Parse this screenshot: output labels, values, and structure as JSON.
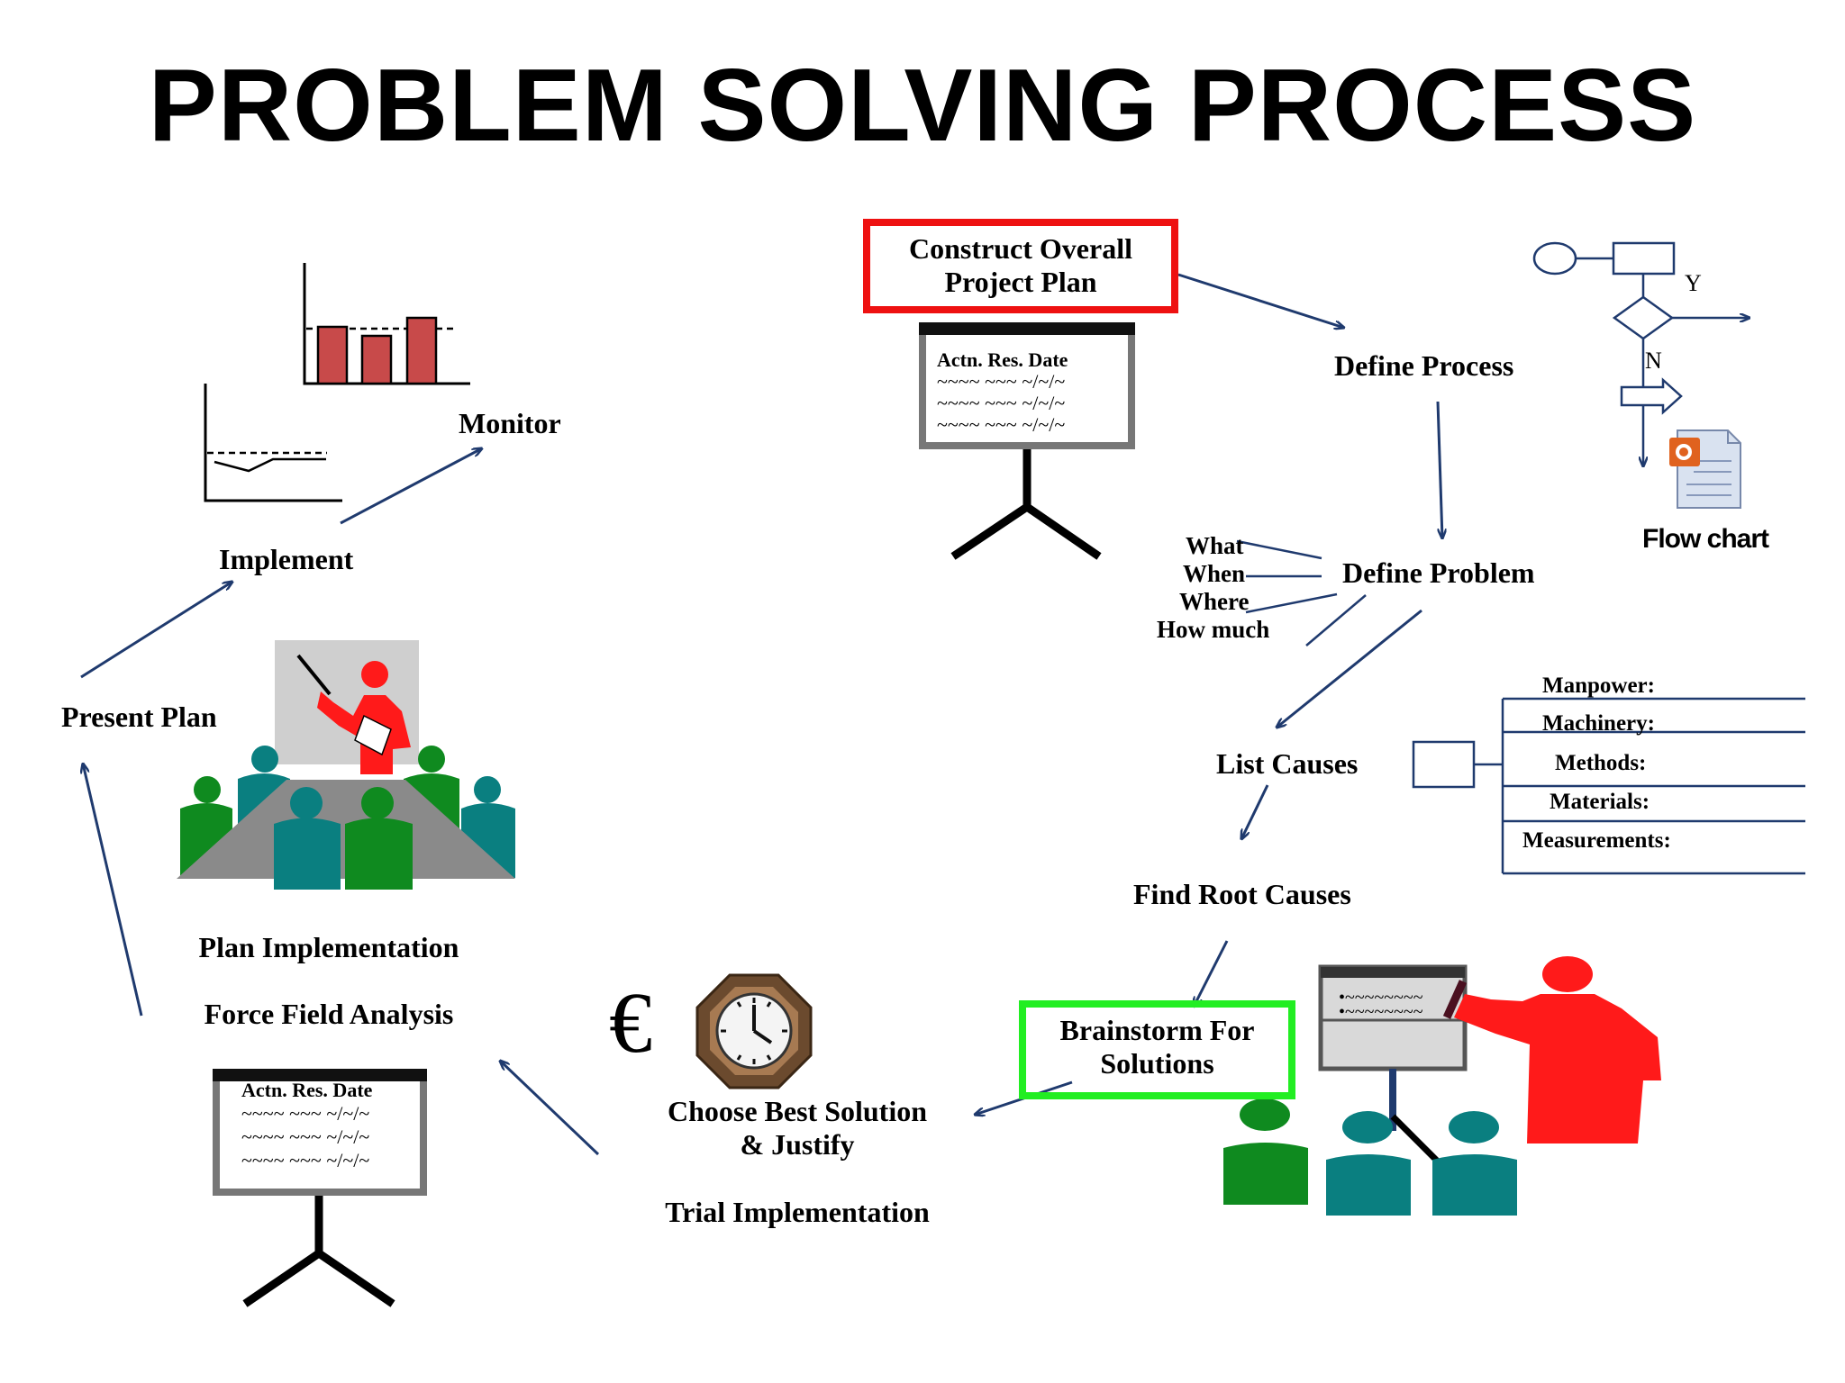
{
  "title": "PROBLEM SOLVING PROCESS",
  "steps": {
    "construct_plan": [
      "Construct Overall",
      "Project Plan"
    ],
    "define_process": "Define Process",
    "define_problem": "Define Problem",
    "list_causes": "List Causes",
    "find_root_causes": "Find Root Causes",
    "brainstorm": [
      "Brainstorm For",
      "Solutions"
    ],
    "choose_best": [
      "Choose Best Solution",
      "& Justify"
    ],
    "trial_implementation": "Trial Implementation",
    "plan_implementation": "Plan Implementation",
    "force_field": "Force Field Analysis",
    "present_plan": "Present Plan",
    "implement": "Implement",
    "monitor": "Monitor"
  },
  "questions": [
    "What",
    "When",
    "Where",
    "How much"
  ],
  "cause_categories": [
    "Manpower:",
    "Machinery:",
    "Methods:",
    "Materials:",
    "Measurements:"
  ],
  "flowchart": {
    "yes": "Y",
    "no": "N",
    "label": "Flow chart"
  },
  "action_board": {
    "header": "Actn. Res. Date",
    "rows": [
      "~~~~  ~~~  ~/~/~",
      "~~~~  ~~~  ~/~/~",
      "~~~~  ~~~  ~/~/~"
    ]
  },
  "euro_symbol": "€",
  "colors": {
    "arrow": "#1f3a6e",
    "red_box": "#ee1111",
    "green_box": "#22ee22",
    "person_red": "#ff1a1a",
    "person_green": "#0f8a1f",
    "person_teal": "#0a7f80",
    "bar_fill": "#c84a4a"
  }
}
